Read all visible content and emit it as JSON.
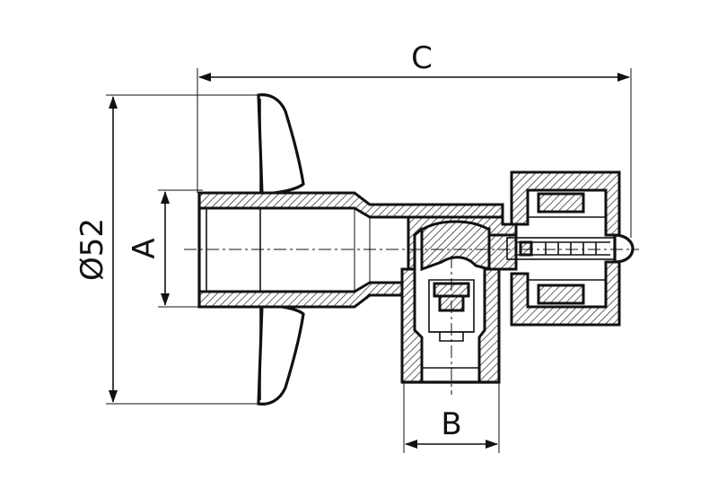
{
  "dimensions": {
    "overall_length": "C",
    "inlet_thread": "A",
    "outlet_thread": "B",
    "handle_diameter": "Ø52"
  },
  "colors": {
    "line": "#111111",
    "background": "#ffffff"
  }
}
